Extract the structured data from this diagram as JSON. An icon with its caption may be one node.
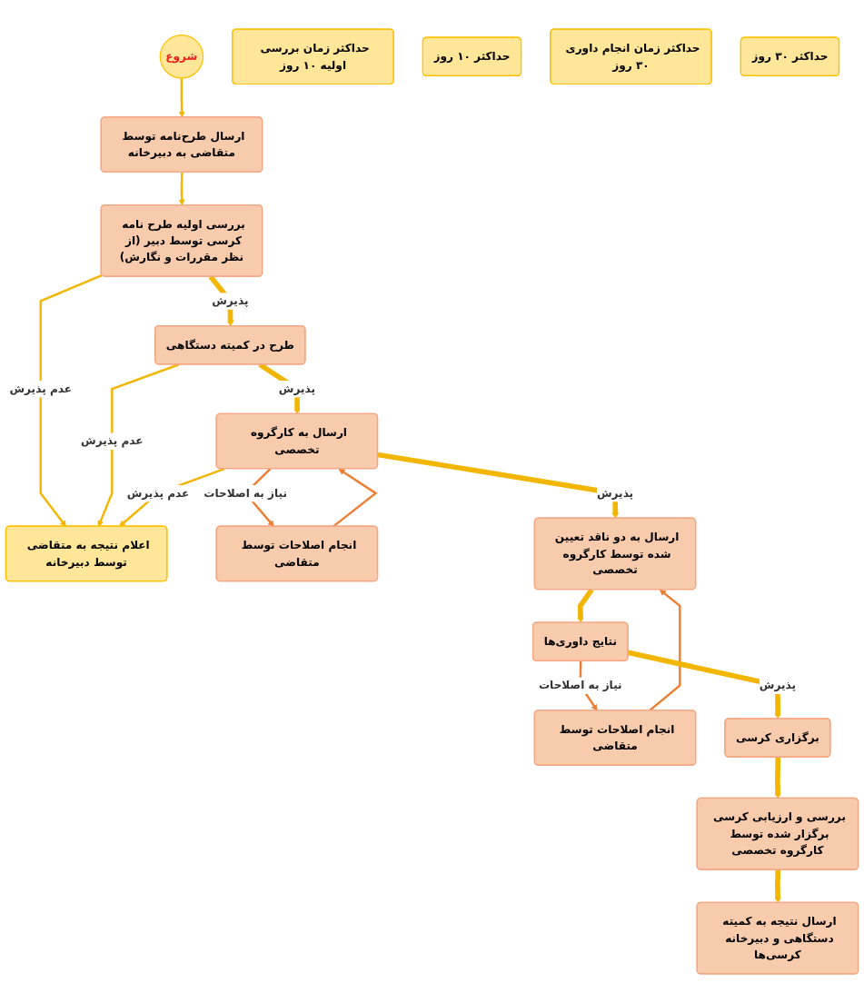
{
  "diagram": {
    "nodes": [
      {
        "text": [
          "شروع"
        ]
      },
      {
        "text": [
          "ارسال طرح‌نامه توسط متقاضی به دبیرخانه"
        ]
      },
      {
        "text": [
          "بررسی اولیه طرح نامه کرسی توسط دبیر (از نظر مقررات و نگارش)"
        ]
      },
      {
        "text": [
          "حداکثر زمان بررسی اولیه ۱۰ روز"
        ]
      },
      {
        "text": [
          "اعلام نتیجه به متقاضی توسط دبیرخانه"
        ]
      },
      {
        "text": [
          "طرح در کمیته دستگاهی"
        ]
      },
      {
        "text": [
          "ارسال به کارگروه تخصصی"
        ]
      },
      {
        "text": [
          "انجام اصلاحات توسط متقاضی"
        ]
      },
      {
        "text": [
          "حداکثر ۱۰ روز"
        ]
      },
      {
        "text": [
          "ارسال به دو ناقد تعیین شده توسط کارگروه تخصصی"
        ]
      },
      {
        "text": [
          "حداکثر زمان انجام داوری ۳۰ روز"
        ]
      },
      {
        "text": [
          "انجام اصلاحات توسط متقاضی"
        ]
      },
      {
        "text": [
          "حداکثر ۳۰ روز"
        ]
      },
      {
        "text": [
          "نتایج داوری‌ها"
        ]
      },
      {
        "text": [
          "برگزاری کرسی"
        ]
      },
      {
        "text": [
          "بررسی و ارزیابی کرسی برگزار شده توسط کارگروه تخصصی"
        ]
      },
      {
        "text": [
          "ارسال نتیجه به کمیته دستگاهی و دبیرخانه کرسی‌ها"
        ]
      }
    ],
    "edges": [
      {
        "from": 0,
        "to": 1,
        "arrow": "to"
      },
      {
        "from": 1,
        "to": 2,
        "arrow": "to"
      },
      {
        "from": 2,
        "to": 4,
        "arrow": "to",
        "label": "عدم پذیرش"
      },
      {
        "from": 2,
        "to": 5,
        "arrow": "to",
        "label": "پذیرش",
        "style": "thick"
      },
      {
        "from": 5,
        "to": 4,
        "arrow": "to",
        "label": "عدم پذیرش"
      },
      {
        "from": 5,
        "to": 6,
        "arrow": "to",
        "label": "پذیرش",
        "style": "thick"
      },
      {
        "from": 6,
        "to": 4,
        "arrow": "to",
        "label": "عدم پذیرش"
      },
      {
        "from": 6,
        "to": 7,
        "arrow": "to",
        "label": "نیاز به اصلاحات",
        "color": "#ed7d31"
      },
      {
        "from": 7,
        "to": 6,
        "arrow": "to",
        "color": "#ed7d31"
      },
      {
        "from": 6,
        "to": 9,
        "arrow": "to",
        "label": "پذیرش",
        "style": "thick"
      },
      {
        "from": 9,
        "to": 13,
        "arrow": "to",
        "style": "thick"
      },
      {
        "from": 13,
        "to": 11,
        "arrow": "to",
        "label": "نیاز به اصلاحات",
        "color": "#ed7d31"
      },
      {
        "from": 11,
        "to": 9,
        "arrow": "to",
        "color": "#ed7d31"
      },
      {
        "from": 13,
        "to": 14,
        "arrow": "to",
        "label": "پذیرش",
        "style": "thick"
      },
      {
        "from": 14,
        "to": 15,
        "arrow": "to",
        "style": "thick"
      },
      {
        "from": 15,
        "to": 16,
        "arrow": "to",
        "style": "thick"
      }
    ]
  }
}
